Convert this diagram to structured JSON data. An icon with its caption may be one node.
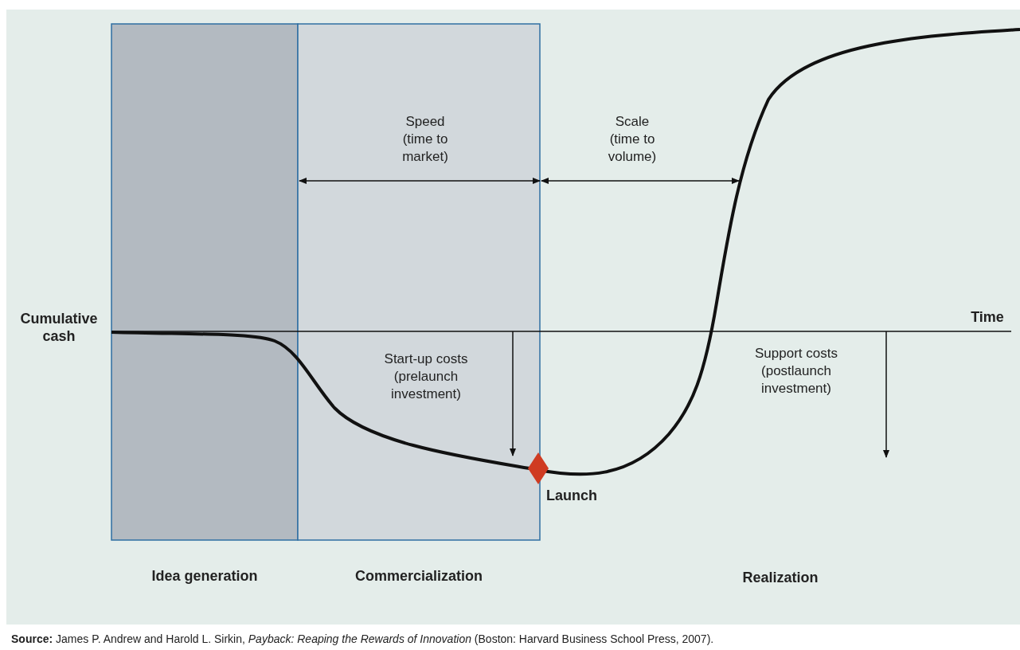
{
  "diagram": {
    "caption": "**Source:** James P. Andrew and Harold L. Sirkin, *Payback: Reaping the Rewards of Innovation* (Boston: Harvard Business School Press, 2007).",
    "nodes": [
      {
        "text": [
          "Launch"
        ]
      }
    ],
    "labels": [
      "Speed (time to market)",
      "Scale (time to volume)",
      "Cumulative cash",
      "Time",
      "Start-up costs (prelaunch investment)",
      "Support costs (postlaunch investment)",
      "Idea generation",
      "Commercialization",
      "Realization"
    ]
  }
}
